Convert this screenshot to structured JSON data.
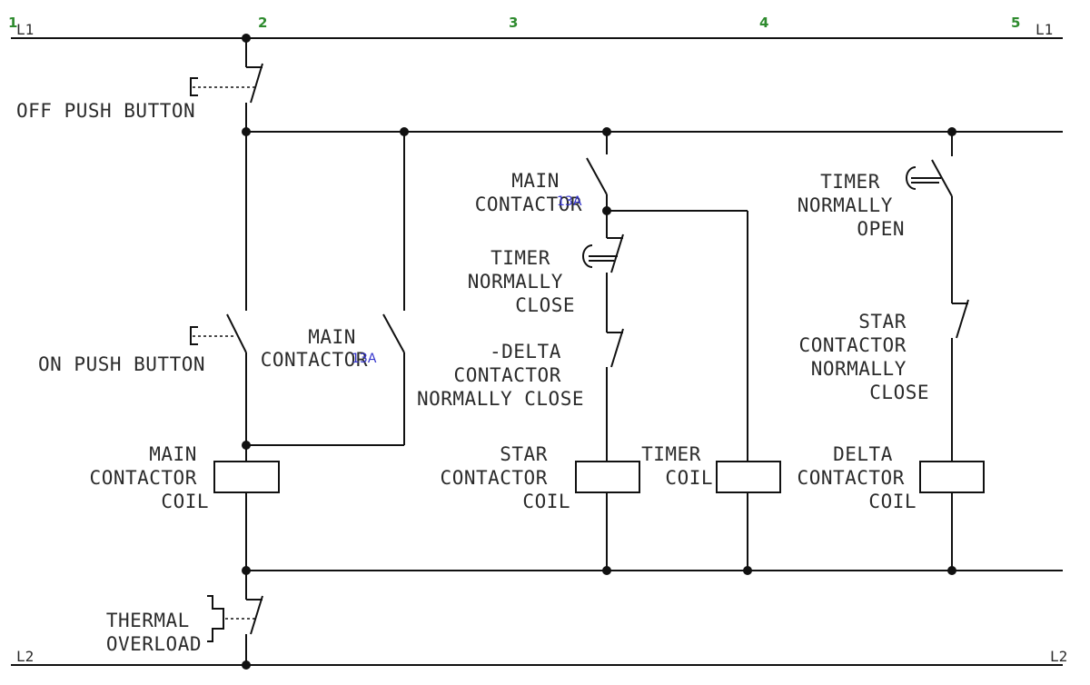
{
  "colors": {
    "column_number": "#2e8b2e",
    "contact_tag": "#3333cc",
    "wire": "#111111"
  },
  "rails": {
    "top_left": "L1",
    "top_right": "L1",
    "bottom_left": "L2",
    "bottom_right": "L2"
  },
  "columns": [
    "1",
    "2",
    "3",
    "4",
    "5"
  ],
  "contact_tag": "13A",
  "labels": {
    "off_push_button": "OFF PUSH BUTTON",
    "on_push_button": "ON PUSH BUTTON",
    "main_contactor_hold": [
      "MAIN",
      "CONTACTOR"
    ],
    "main_contactor_coil": [
      "MAIN",
      "CONTACTOR",
      "COIL"
    ],
    "thermal_overload": [
      "THERMAL",
      "OVERLOAD"
    ],
    "main_contactor_col3": [
      "MAIN",
      "CONTACTOR"
    ],
    "timer_nc": [
      "TIMER",
      "NORMALLY",
      "CLOSE"
    ],
    "delta_contactor_nc": [
      "-DELTA",
      "CONTACTOR",
      "NORMALLY CLOSE"
    ],
    "star_contactor_coil": [
      "STAR",
      "CONTACTOR",
      "COIL"
    ],
    "timer_coil": [
      "TIMER",
      "COIL"
    ],
    "timer_no": [
      "TIMER",
      "NORMALLY",
      "OPEN"
    ],
    "star_contactor_nc": [
      "STAR",
      "CONTACTOR",
      "NORMALLY",
      "CLOSE"
    ],
    "delta_contactor_coil": [
      "DELTA",
      "CONTACTOR",
      "COIL"
    ]
  }
}
